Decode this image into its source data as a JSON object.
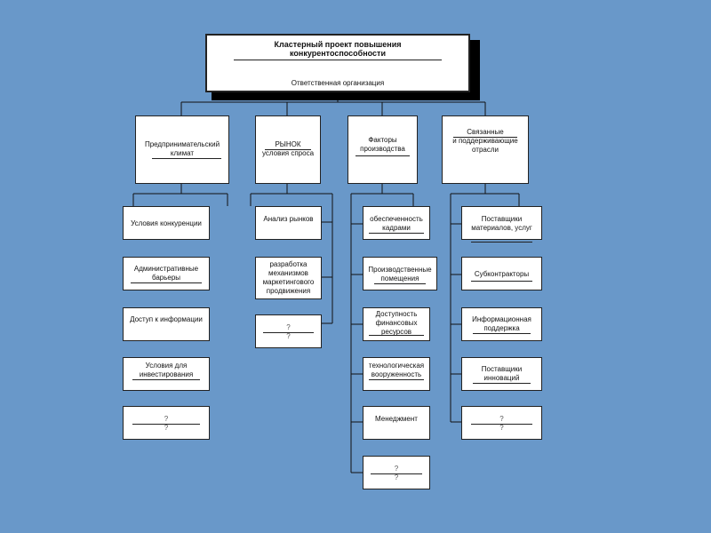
{
  "top": {
    "title": "Кластерный проект повышения\nконкурентоспособности",
    "subtitle": "Ответственная организация"
  },
  "categories": [
    {
      "label": "Предпринимательский\nклимат"
    },
    {
      "label": "РЫНОК\nусловия спроса"
    },
    {
      "label": "Факторы\nпроизводства"
    },
    {
      "label": "Связанные\nи поддерживающие\nотрасли"
    }
  ],
  "columns": [
    {
      "items": [
        "Условия конкуренции",
        "Административные\nбарьеры",
        "Доступ к информации",
        "Условия для\nинвестирования",
        "?\n?"
      ]
    },
    {
      "items": [
        "Анализ рынков",
        "разработка\nмеханизмов\nмаркетингового\nпродвижения",
        "?\n?"
      ]
    },
    {
      "items": [
        "обеспеченность\nкадрами",
        "Производственные\nпомещения",
        "Доступность\nфинансовых\nресурсов",
        "технологическая\nвооруженность",
        "Менеджмент",
        "?\n?"
      ]
    },
    {
      "items": [
        "Поставщики\nматериалов, услуг",
        "Субконтракторы",
        "Информационная\nподдержка",
        "Поставщики\nинноваций",
        "?\n?"
      ]
    }
  ]
}
